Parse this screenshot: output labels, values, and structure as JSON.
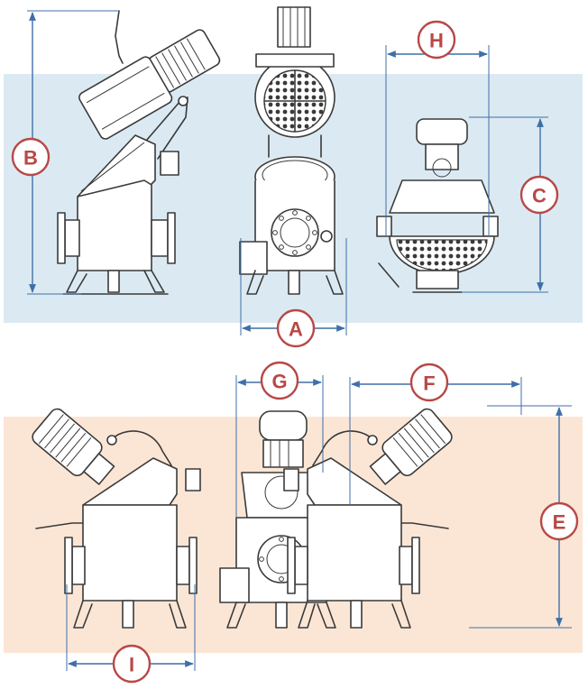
{
  "colors": {
    "top_band": "#dbeaf2",
    "bottom_band": "#fbe6d6",
    "dimension_line": "#3f6fa8",
    "label_ring": "#b84846",
    "drawing_line": "#3a3a3a"
  },
  "dimension_labels": {
    "A": "A",
    "B": "B",
    "C": "C",
    "E": "E",
    "F": "F",
    "G": "G",
    "H": "H",
    "I": "I"
  }
}
